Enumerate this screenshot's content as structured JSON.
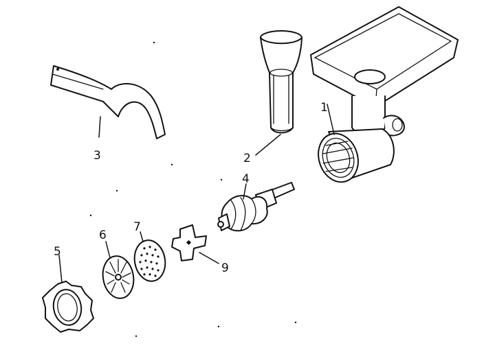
{
  "diagram": {
    "parts": [
      {
        "id": "part-1",
        "label": "1",
        "name": "grinder-housing"
      },
      {
        "id": "part-2",
        "label": "2",
        "name": "food-pusher"
      },
      {
        "id": "part-3",
        "label": "3",
        "name": "wrench"
      },
      {
        "id": "part-4",
        "label": "4",
        "name": "worm-screw"
      },
      {
        "id": "part-5",
        "label": "5",
        "name": "ring-nut"
      },
      {
        "id": "part-6",
        "label": "6",
        "name": "coarse-plate"
      },
      {
        "id": "part-7",
        "label": "7",
        "name": "fine-plate"
      },
      {
        "id": "part-9",
        "label": "9",
        "name": "knife"
      }
    ]
  }
}
